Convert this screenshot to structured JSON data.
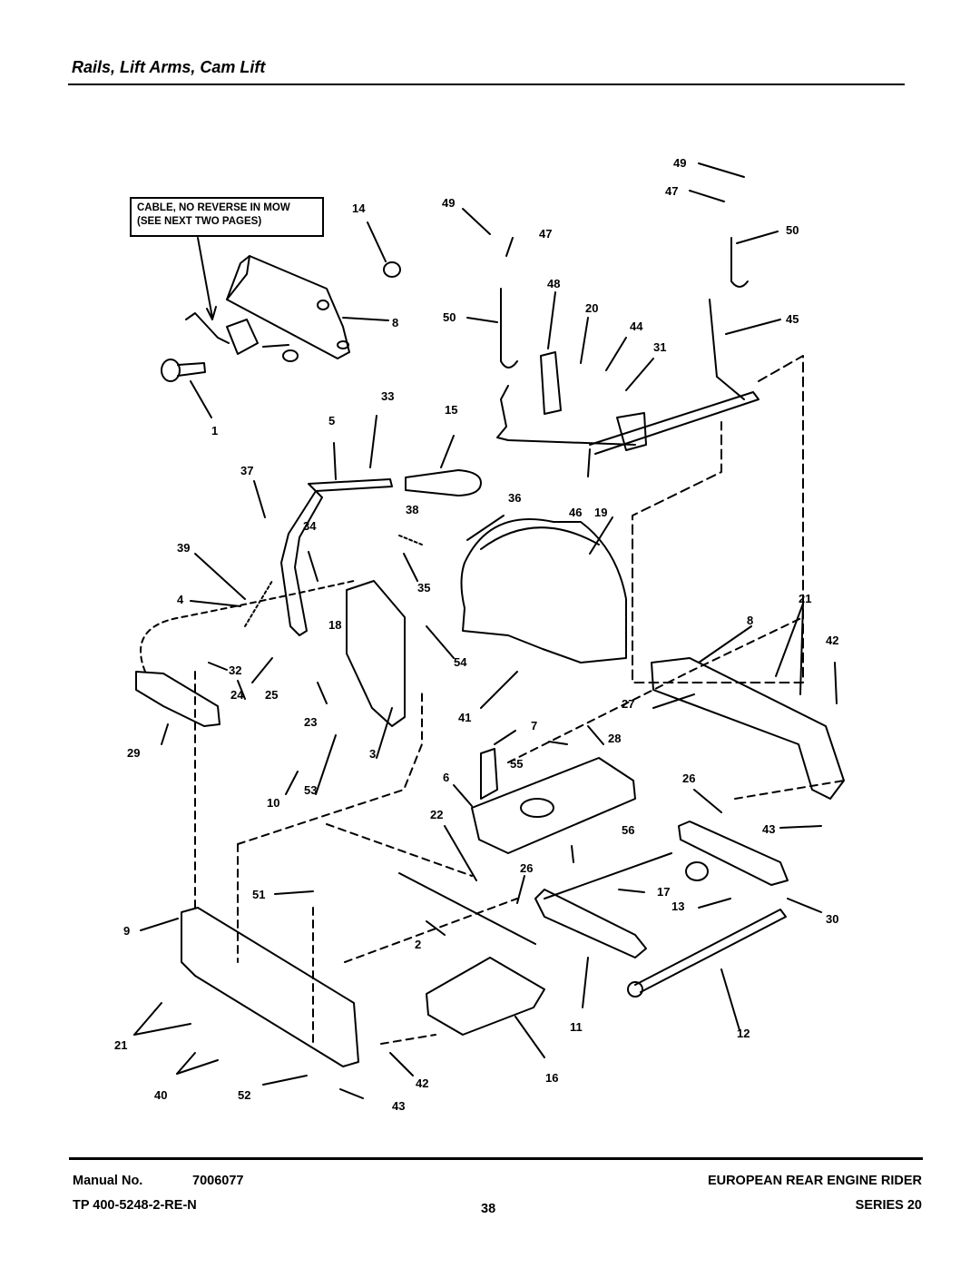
{
  "page_title": "Rails, Lift Arms, Cam Lift",
  "callout": {
    "line1": "CABLE, NO REVERSE IN MOW",
    "line2": "(SEE NEXT TWO PAGES)"
  },
  "part_labels": {
    "p1": "1",
    "p2": "2",
    "p3": "3",
    "p4": "4",
    "p5": "5",
    "p6": "6",
    "p7": "7",
    "p8a": "8",
    "p8b": "8",
    "p9": "9",
    "p10": "10",
    "p11": "11",
    "p12": "12",
    "p13": "13",
    "p14": "14",
    "p15": "15",
    "p16": "16",
    "p17": "17",
    "p18": "18",
    "p19": "19",
    "p20": "20",
    "p21a": "21",
    "p21b": "21",
    "p22": "22",
    "p23": "23",
    "p24": "24",
    "p25": "25",
    "p26a": "26",
    "p26b": "26",
    "p27": "27",
    "p28": "28",
    "p29": "29",
    "p30": "30",
    "p31": "31",
    "p32": "32",
    "p33": "33",
    "p34": "34",
    "p35": "35",
    "p36": "36",
    "p37": "37",
    "p38": "38",
    "p39": "39",
    "p40": "40",
    "p41": "41",
    "p42a": "42",
    "p42b": "42",
    "p43a": "43",
    "p43b": "43",
    "p44": "44",
    "p45": "45",
    "p46": "46",
    "p47a": "47",
    "p47b": "47",
    "p48": "48",
    "p49a": "49",
    "p49b": "49",
    "p50a": "50",
    "p50b": "50",
    "p51": "51",
    "p52": "52",
    "p53": "53",
    "p54": "54",
    "p55": "55",
    "p56": "56"
  },
  "footer": {
    "manual_label": "Manual No.",
    "manual_number": "7006077",
    "tp_number": "TP 400-5248-2-RE-N",
    "page_number": "38",
    "product_name": "EUROPEAN REAR ENGINE RIDER",
    "series": "SERIES 20"
  }
}
